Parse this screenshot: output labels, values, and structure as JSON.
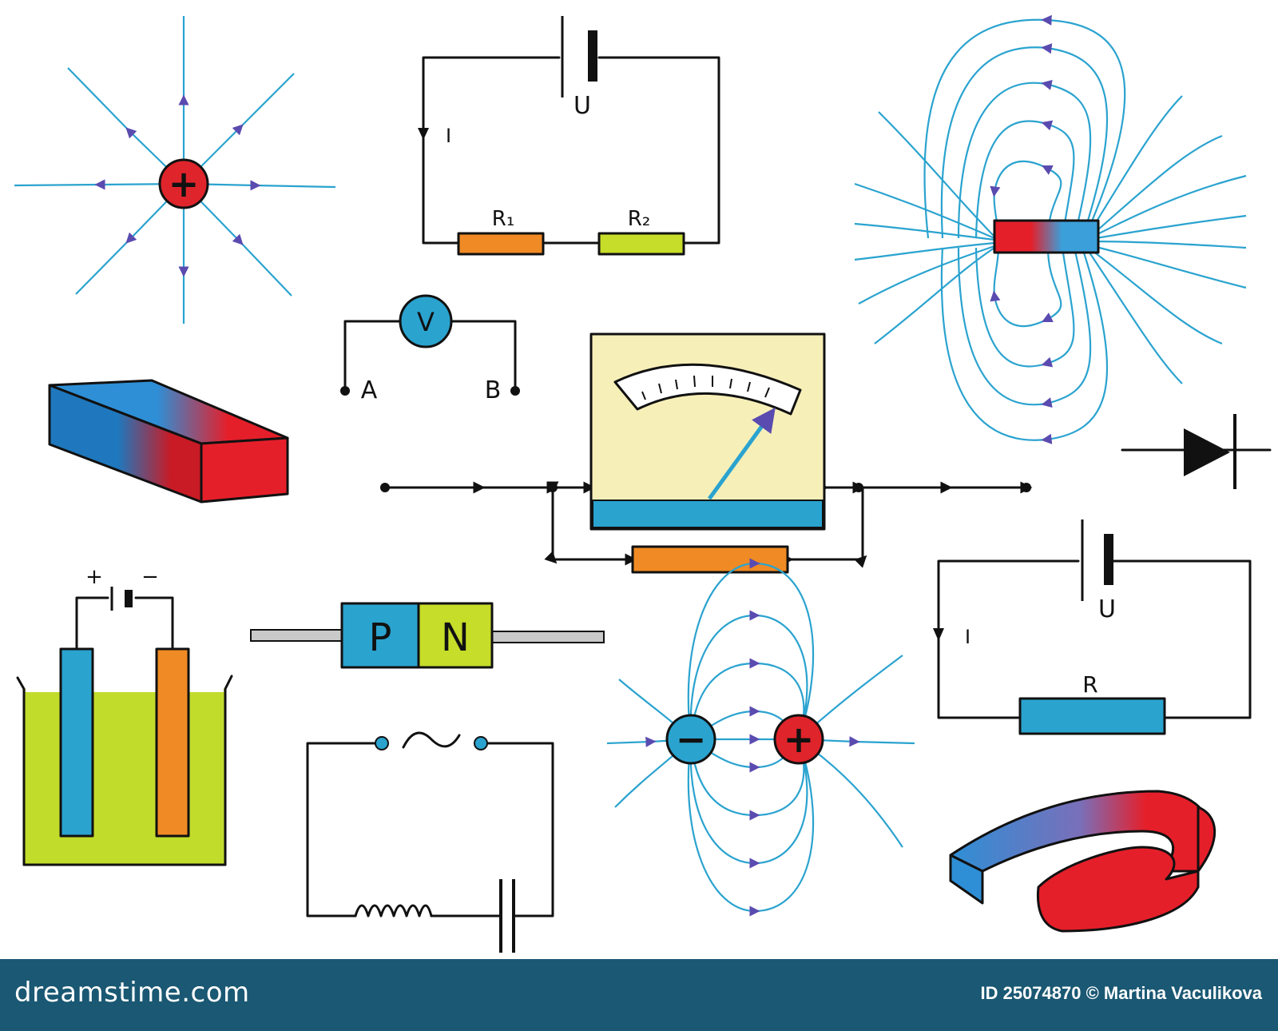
{
  "colors": {
    "field_line": "#2aa3cf",
    "arrow": "#5a4bb0",
    "positive": "#e0242b",
    "negative": "#2aa3cf",
    "magnet_north": "#2e8fd6",
    "magnet_south": "#e51f2a",
    "resistor_orange": "#f08a24",
    "resistor_green": "#c6dd2a",
    "meter_face": "#f7efb8",
    "electrolyte": "#c2dc2c",
    "footer": "#1a5873"
  },
  "circuit_top": {
    "voltage": "U",
    "current": "I",
    "r1": "R₁",
    "r2": "R₂"
  },
  "voltmeter": {
    "symbol": "V",
    "terminal_a": "A",
    "terminal_b": "B"
  },
  "positive_charge": {
    "sign": "+"
  },
  "diode_pn": {
    "p_label": "P",
    "n_label": "N"
  },
  "battery_cell": {
    "plus": "+",
    "minus": "−"
  },
  "dipole": {
    "negative_sign": "−",
    "positive_sign": "+"
  },
  "circuit_right": {
    "voltage": "U",
    "current": "I",
    "resistor": "R"
  },
  "footer": {
    "brand": "dreamstime.com",
    "credit": "ID 25074870 © Martina Vaculikova"
  }
}
